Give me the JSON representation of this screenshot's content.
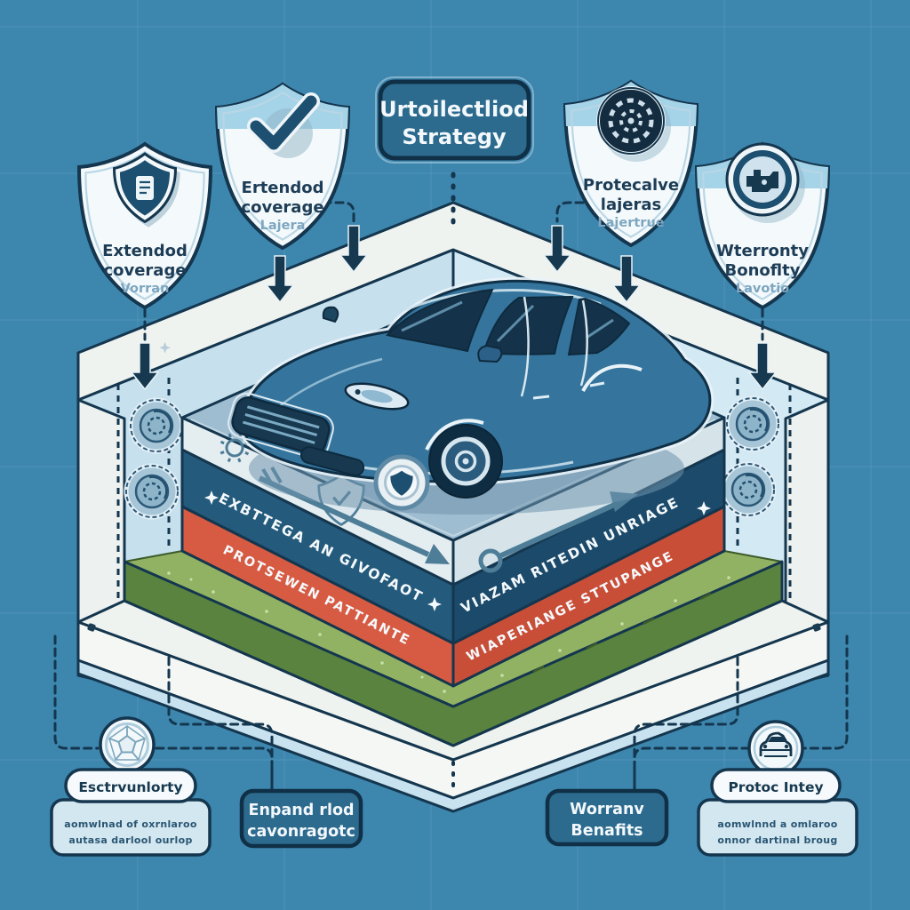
{
  "diagram": {
    "title": {
      "line1": "Urtoilectliod",
      "line2": "Strategy"
    },
    "shields": [
      {
        "icon": "document-badge-icon",
        "line1": "Extendod",
        "line2": "coverage",
        "line3": "Vorran"
      },
      {
        "icon": "check-icon",
        "line1": "Ertendod",
        "line2": "coverage",
        "line3": "Lajera"
      },
      {
        "icon": "gear-disc-icon",
        "line1": "Protecalve",
        "line2": "lajeras",
        "line3": "Lajertrue"
      },
      {
        "icon": "engine-badge-icon",
        "line1": "Wterronty",
        "line2": "Bonoflty",
        "line3": "Lavotio"
      }
    ],
    "platform": {
      "left_blue": "EXBTTEGA AN GIVOFAOT",
      "left_red": "PROTSEWEN PATTIANTE",
      "right_blue": "VIAZAM RITEDIN UNRIAGE",
      "right_red": "WIAPERIANGE STTUPANGE"
    },
    "bottom": {
      "left_pill": "Esctrvunlorty",
      "left_note_line1": "aomwlnad of oxrnlaroo",
      "left_note_line2": "autasa darlool ourlop",
      "box1_line1": "Enpand rlod",
      "box1_line2": "cavonragotc",
      "box2_line1": "Worranv",
      "box2_line2": "Benafits",
      "right_pill": "Protoc Intey",
      "right_note_line1": "aomwlnnd a omlaroo",
      "right_note_line2": "onnor dartinal broug"
    },
    "colors": {
      "background": "#3d86ae",
      "outline": "#14364e",
      "panel_dark": "#2c6a8e",
      "layer_blue": "#245a7c",
      "layer_red": "#d75b42",
      "layer_green": "#6f9448",
      "wall": "#c9e2ef",
      "shield_band": "#a5d3e8"
    }
  }
}
